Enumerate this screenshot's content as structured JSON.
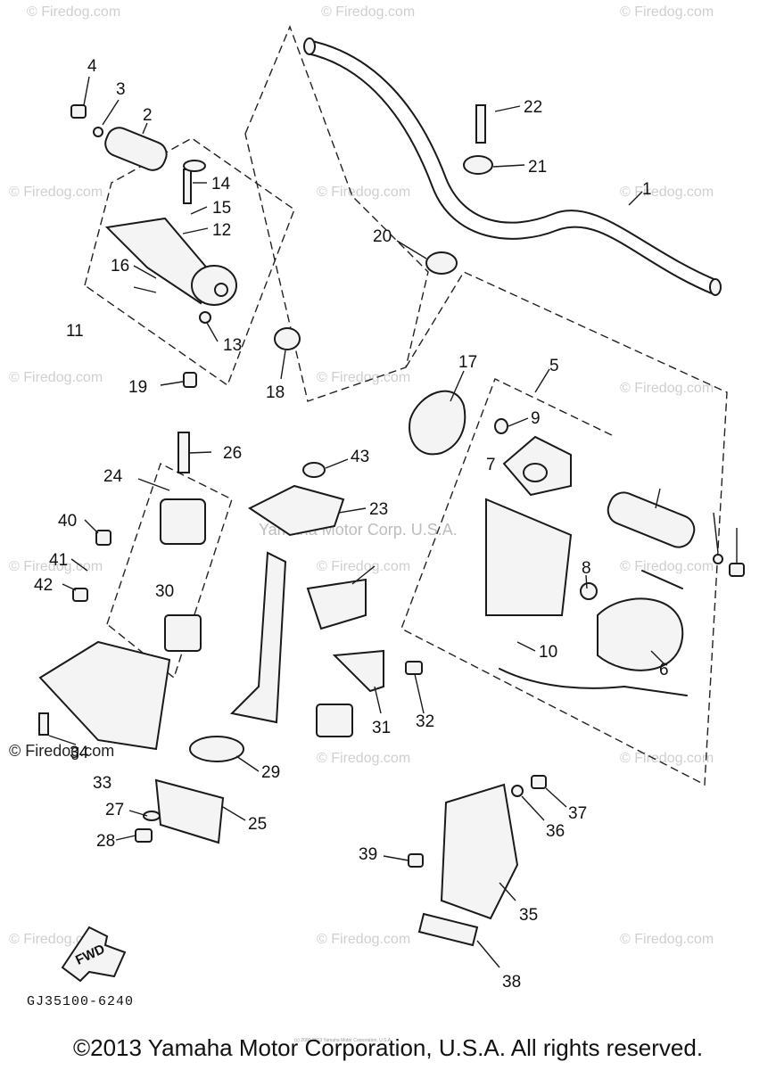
{
  "diagram": {
    "code": "GJ35100-6240",
    "copyright": "©2013 Yamaha Motor Corporation, U.S.A. All rights reserved.",
    "center_watermark": "Yamaha Motor Corp. U.S.A.",
    "fine_print": "(c) 2000-2013 Yamaha Motor Corporation, U.S.A.",
    "watermark_text": "© Firedog.com",
    "corner_watermark": "© Firedog.com",
    "fwd_arrow_label": "FWD",
    "part_numbers": [
      "1",
      "2",
      "3",
      "4",
      "11",
      "12",
      "13",
      "14",
      "15",
      "16",
      "17",
      "18",
      "19",
      "20",
      "21",
      "22",
      "23",
      "24",
      "25",
      "26",
      "27",
      "28",
      "29",
      "30",
      "31",
      "32",
      "33",
      "34",
      "35",
      "36",
      "37",
      "38",
      "39",
      "40",
      "41",
      "42",
      "43",
      "5",
      "6",
      "7",
      "8",
      "9",
      "10"
    ]
  }
}
